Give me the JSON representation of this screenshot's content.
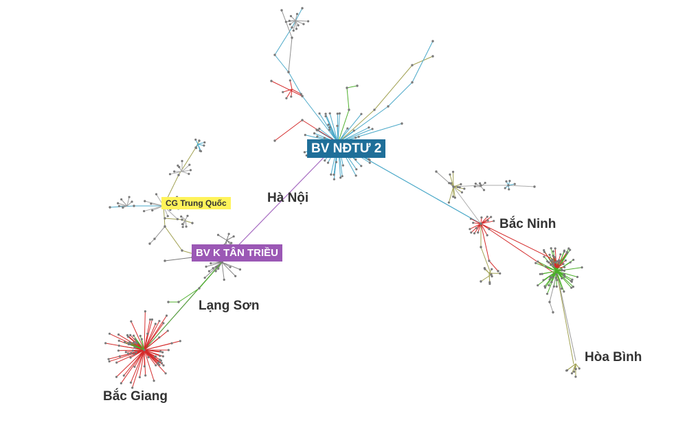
{
  "tags": {
    "hospital_1": "BV NĐTƯ 2",
    "hospital_2": "BV K TÂN TRIỀU",
    "import_case": "CG Trung Quốc"
  },
  "places": {
    "ha_noi": "Hà Nội",
    "bac_ninh": "Bắc Ninh",
    "lang_son": "Lạng Sơn",
    "bac_giang": "Bắc Giang",
    "hoa_binh": "Hòa Bình"
  },
  "colors": {
    "tag_1": "#1f6f99",
    "tag_2": "#9b58b5",
    "tag_3": "#fff35a",
    "edge_blue": "#4aa8c8",
    "edge_red": "#d42a2a",
    "edge_green": "#4caf2a",
    "edge_purple": "#a66bc1",
    "edge_olive": "#a0a050",
    "node": "#7a7a7a"
  }
}
